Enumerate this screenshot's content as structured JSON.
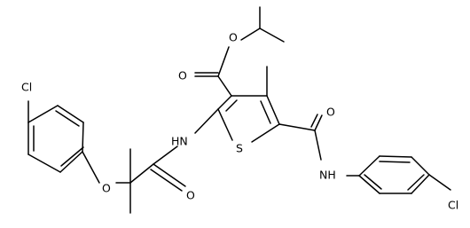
{
  "structure": {
    "atoms": {
      "o_ester_single": "O",
      "o_ester_carbonyl": "O",
      "nh_left": "HN",
      "s_ring": "S",
      "o_amide_right": "O",
      "nh_right": "NH",
      "o_amide_left": "O",
      "o_ether": "O",
      "cl_left": "Cl",
      "cl_right": "Cl"
    }
  }
}
